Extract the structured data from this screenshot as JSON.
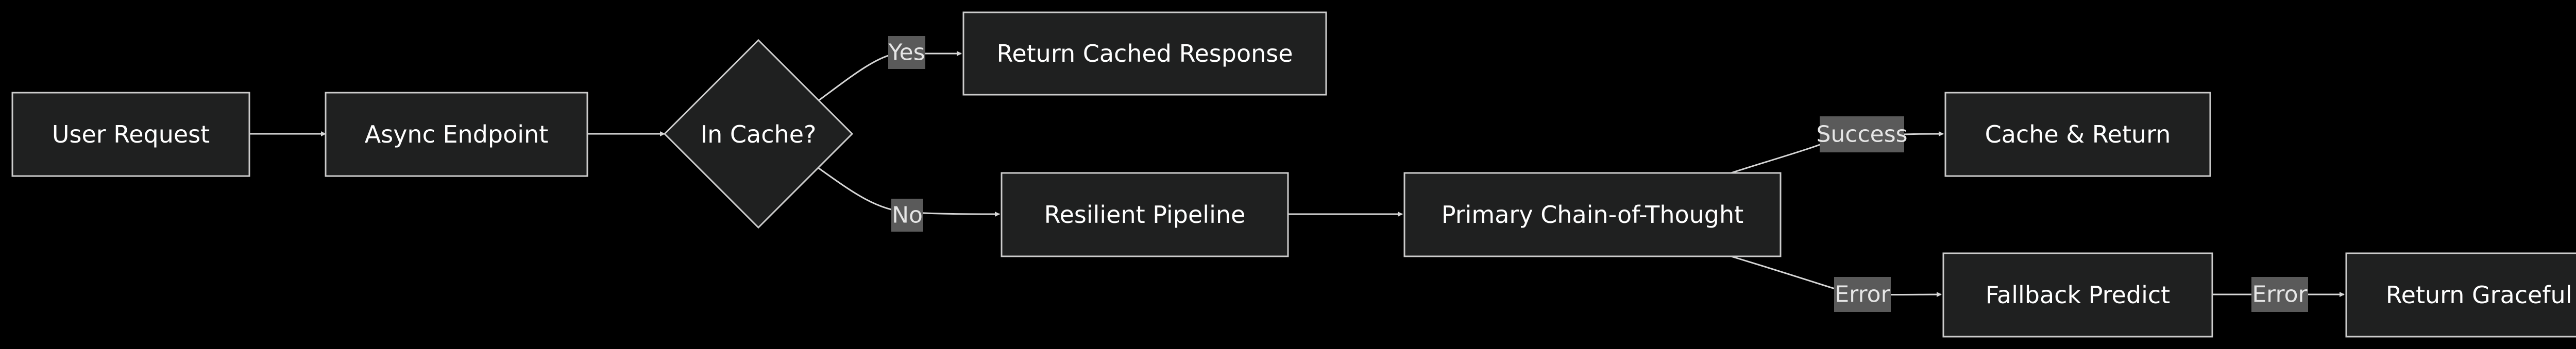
{
  "diagram": {
    "nodes": {
      "user_request": "User Request",
      "async_endpoint": "Async Endpoint",
      "in_cache": "In Cache?",
      "return_cached": "Return Cached Response",
      "resilient_pipeline": "Resilient Pipeline",
      "primary_cot": "Primary Chain-of-Thought",
      "cache_return": "Cache & Return",
      "fallback_predict": "Fallback Predict",
      "return_error": "Return Graceful Error"
    },
    "edge_labels": {
      "yes": "Yes",
      "no": "No",
      "success": "Success",
      "error_primary": "Error",
      "error_fallback": "Error"
    },
    "colors": {
      "background": "#000000",
      "node_fill": "#1f2020",
      "node_stroke": "#cccccc",
      "edge": "#d6d6d6",
      "label_bg": "#5a5a5a",
      "text": "#ffffff"
    }
  }
}
